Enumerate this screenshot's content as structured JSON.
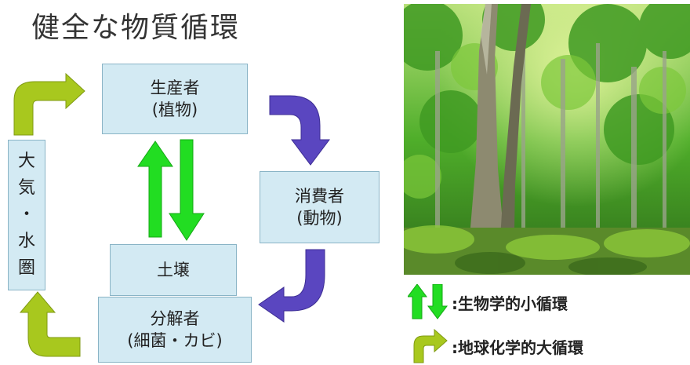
{
  "title": "健全な物質循環",
  "boxes": {
    "producer": {
      "line1": "生産者",
      "line2": "(植物)"
    },
    "consumer": {
      "line1": "消費者",
      "line2": "(動物)"
    },
    "soil": {
      "label": "土壌"
    },
    "decomposer": {
      "line1": "分解者",
      "line2": "(細菌・カビ)"
    },
    "atmosphere": {
      "chars": [
        "大",
        "気",
        "・",
        "水",
        "圏"
      ]
    }
  },
  "legend": {
    "small_cycle": ":生物学的小循環",
    "large_cycle": ":地球化学的大循環"
  },
  "colors": {
    "box_fill": "#d3eaf3",
    "small_cycle_arrow": "#22dd22",
    "large_cycle_arrow": "#a8c81e",
    "flow_arrow": "#5a46c0"
  }
}
